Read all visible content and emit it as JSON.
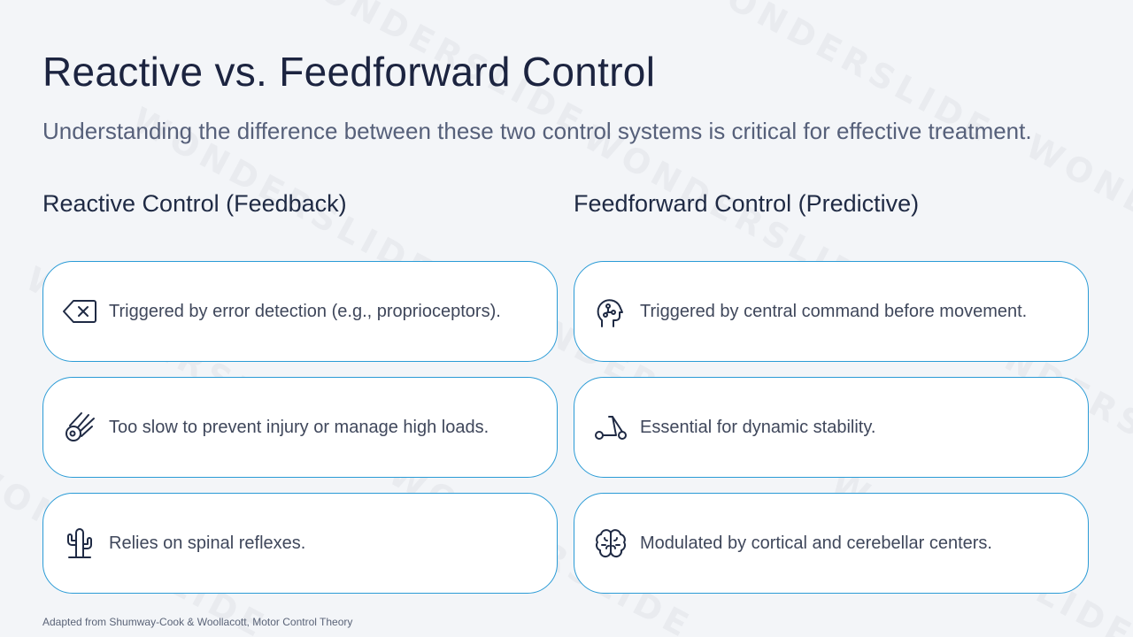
{
  "slide": {
    "title": "Reactive vs. Feedforward Control",
    "subtitle": "Understanding the difference between these two control systems is critical for effective treatment.",
    "watermark": "WONDERSLIDE",
    "footer": "Adapted from Shumway-Cook & Woollacott, Motor Control Theory"
  },
  "columns": [
    {
      "heading": "Reactive Control (Feedback)",
      "items": [
        {
          "icon": "backspace-icon",
          "text": "Triggered by error detection (e.g., proprioceptors)."
        },
        {
          "icon": "meteor-icon",
          "text": "Too slow to prevent injury or manage high loads."
        },
        {
          "icon": "cactus-icon",
          "text": "Relies on spinal reflexes."
        }
      ]
    },
    {
      "heading": "Feedforward Control (Predictive)",
      "items": [
        {
          "icon": "head-circuit-icon",
          "text": "Triggered by central command before movement."
        },
        {
          "icon": "scooter-icon",
          "text": "Essential for dynamic stability."
        },
        {
          "icon": "brain-icon",
          "text": "Modulated by cortical and cerebellar centers."
        }
      ]
    }
  ],
  "colors": {
    "accent": "#2a9bd6",
    "background": "#f3f5f8",
    "title": "#1c2440",
    "body_text": "#3f475b"
  }
}
